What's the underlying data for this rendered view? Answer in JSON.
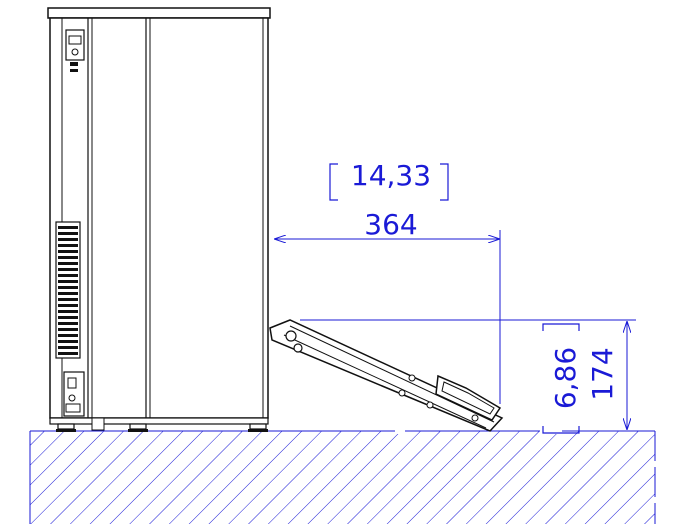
{
  "dimensions": {
    "horizontal": {
      "inches": "14,33",
      "mm": "364"
    },
    "vertical": {
      "inches": "6,86",
      "mm": "174"
    }
  },
  "colors": {
    "dimension_line": "#1a1ad6",
    "drawing_line": "#111111",
    "background": "#ffffff"
  }
}
